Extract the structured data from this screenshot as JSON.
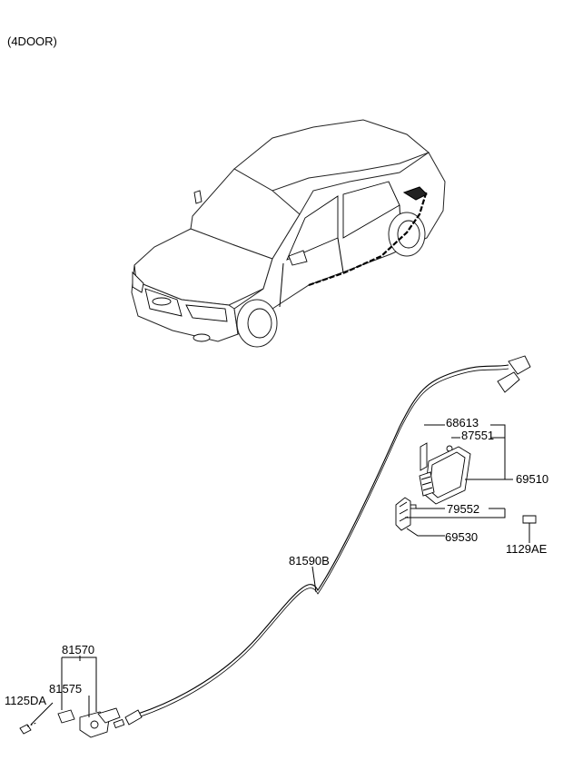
{
  "header": {
    "variant": "(4DOOR)"
  },
  "parts": [
    {
      "id": "p68613",
      "code": "68613"
    },
    {
      "id": "p87551",
      "code": "87551"
    },
    {
      "id": "p69510",
      "code": "69510"
    },
    {
      "id": "p79552",
      "code": "79552"
    },
    {
      "id": "p69530",
      "code": "69530"
    },
    {
      "id": "p1129AE",
      "code": "1129AE"
    },
    {
      "id": "p81590B",
      "code": "81590B"
    },
    {
      "id": "p81570",
      "code": "81570"
    },
    {
      "id": "p81575",
      "code": "81575"
    },
    {
      "id": "p1125DA",
      "code": "1125DA"
    }
  ]
}
